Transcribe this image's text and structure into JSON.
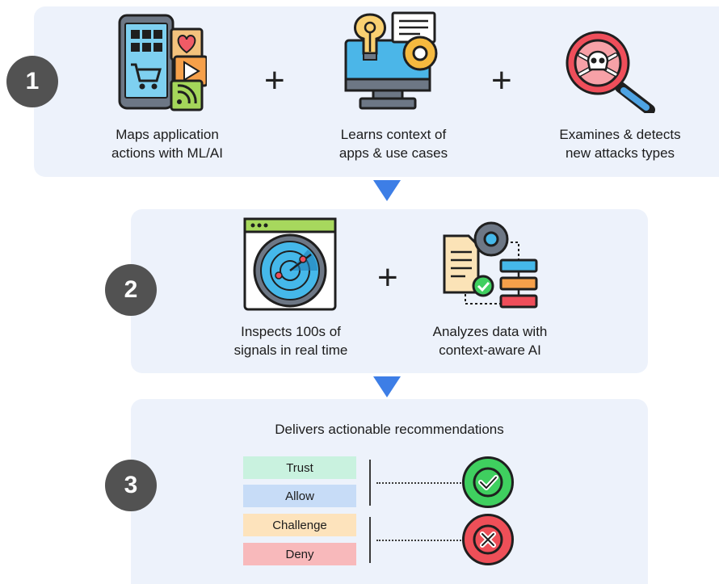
{
  "steps": {
    "one": {
      "number": "1",
      "items": [
        {
          "line1": "Maps application",
          "line2": "actions with ML/AI"
        },
        {
          "line1": "Learns context of",
          "line2": "apps & use cases"
        },
        {
          "line1": "Examines & detects",
          "line2": "new attacks types"
        }
      ],
      "plus": "+"
    },
    "two": {
      "number": "2",
      "items": [
        {
          "line1": "Inspects 100s of",
          "line2": "signals in real time"
        },
        {
          "line1": "Analyzes data with",
          "line2": "context-aware AI"
        }
      ],
      "plus": "+"
    },
    "three": {
      "number": "3",
      "heading": "Delivers actionable recommendations",
      "tags": [
        "Trust",
        "Allow",
        "Challenge",
        "Deny"
      ]
    }
  },
  "colors": {
    "panel": "#edf2fb",
    "arrow": "#3d7ee6",
    "trust": "#c9f2df",
    "allow": "#c7dcf7",
    "challenge": "#fde3bc",
    "deny": "#f8b9bb",
    "ok": "#3fcf5f",
    "no": "#ee4f58"
  },
  "icons": [
    "mobile-apps-icon",
    "ai-lightbulb-monitor-icon",
    "skull-magnifier-icon",
    "radar-window-icon",
    "document-gear-flow-icon",
    "check-circle-icon",
    "x-circle-icon"
  ]
}
